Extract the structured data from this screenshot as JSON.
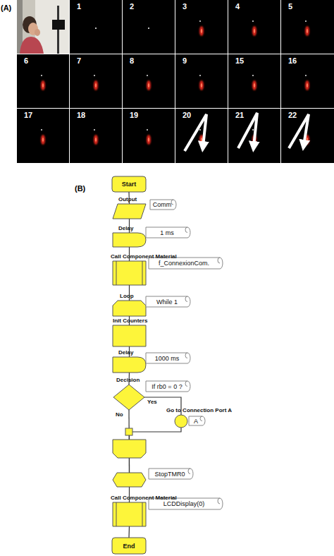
{
  "diagram": {
    "nodes": [
      {
        "text": [
          "Start"
        ]
      },
      {
        "text": [
          "Output",
          "Comm"
        ]
      },
      {
        "text": [
          "Delay",
          "1 ms"
        ]
      },
      {
        "text": [
          "Call Component Material",
          "f_ConnexionCom."
        ]
      },
      {
        "text": [
          "Loop",
          "While 1"
        ]
      },
      {
        "text": [
          "Init Counters"
        ]
      },
      {
        "text": [
          "Delay",
          "1000 ms"
        ]
      },
      {
        "text": [
          "Decision",
          "If rb0 = 0 ?"
        ]
      },
      {
        "text": [
          "Go to Connection Port A",
          "A"
        ]
      },
      {
        "text": [
          "StopTMR0"
        ]
      },
      {
        "text": [
          "Call Component Material",
          "LCDDisplay(0)"
        ]
      },
      {
        "text": [
          "End"
        ]
      }
    ],
    "edges": [
      {
        "from": 0,
        "to": 1,
        "arrow": "none"
      },
      {
        "from": 1,
        "to": 2,
        "arrow": "none"
      },
      {
        "from": 2,
        "to": 3,
        "arrow": "none"
      },
      {
        "from": 3,
        "to": 4,
        "arrow": "none"
      },
      {
        "from": 4,
        "to": 5,
        "arrow": "none"
      },
      {
        "from": 5,
        "to": 6,
        "arrow": "none"
      },
      {
        "from": 6,
        "to": 7,
        "arrow": "none"
      },
      {
        "from": 7,
        "to": 8,
        "label": "Yes",
        "arrow": "none"
      },
      {
        "from": 7,
        "to": 9,
        "label": "No",
        "arrow": "none"
      },
      {
        "from": 8,
        "to": 9,
        "arrow": "none"
      },
      {
        "from": 9,
        "to": 10,
        "arrow": "none"
      },
      {
        "from": 10,
        "to": 11,
        "arrow": "none"
      }
    ],
    "labels": [
      "(A)",
      "1",
      "2",
      "3",
      "4",
      "5",
      "6",
      "7",
      "8",
      "9",
      "15",
      "16",
      "17",
      "18",
      "19",
      "20",
      "21",
      "22",
      "(B)"
    ]
  }
}
